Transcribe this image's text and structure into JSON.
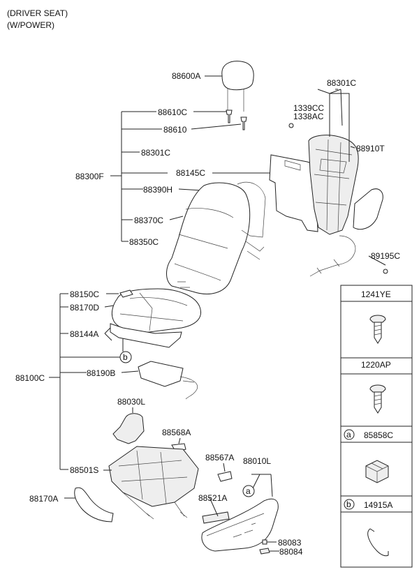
{
  "title": [
    "(DRIVER SEAT)",
    "(W/POWER)"
  ],
  "callouts": {
    "headrest": "88600A",
    "guide_a": "88610C",
    "guide_b": "88610",
    "back_cover_c": "88301C",
    "back_assy": "88300F",
    "back_board": "88145C",
    "back_trim": "88390H",
    "back_pad": "88370C",
    "back_cover": "88350C",
    "frame_top": "88301C",
    "bolt_a": "1339CC",
    "bolt_b": "1338AC",
    "back_frame": "88910T",
    "harness": "89195C",
    "cushion_cover": "88150C",
    "cushion_pad": "88170D",
    "cushion_mat": "88144A",
    "cushion_assy": "88100C",
    "heater": "88190B",
    "recliner": "88030L",
    "knob_a": "88568A",
    "knob_b": "88567A",
    "shield_outer": "88010L",
    "track": "88501S",
    "shield_inner": "88170A",
    "switch": "88521A",
    "screw_a": "88083",
    "screw_b": "88084"
  },
  "markers": {
    "a": "a",
    "b": "b"
  },
  "legend": [
    {
      "code": "1241YE",
      "icon": "screw-icon"
    },
    {
      "code": "1220AP",
      "icon": "tapping-screw-icon"
    },
    {
      "marker": "a",
      "code": "85858C",
      "icon": "clip-icon"
    },
    {
      "marker": "b",
      "code": "14915A",
      "icon": "wire-hook-icon"
    }
  ]
}
